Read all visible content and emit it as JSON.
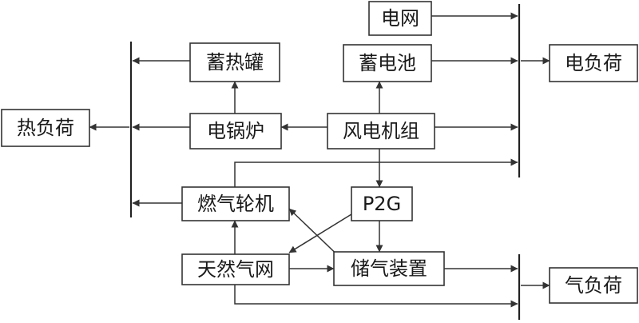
{
  "nodes": {
    "grid": "电网",
    "battery": "蓄电池",
    "elec_load": "电负荷",
    "heat_tank": "蓄热罐",
    "heat_load": "热负荷",
    "boiler": "电锅炉",
    "wind": "风电机组",
    "turbine": "燃气轮机",
    "p2g": "P2G",
    "gas_net": "天然气网",
    "gas_storage": "储气装置",
    "gas_load": "气负荷"
  },
  "colors": {
    "line": "#333333",
    "text": "#1a1a1a",
    "background": "#ffffff"
  }
}
